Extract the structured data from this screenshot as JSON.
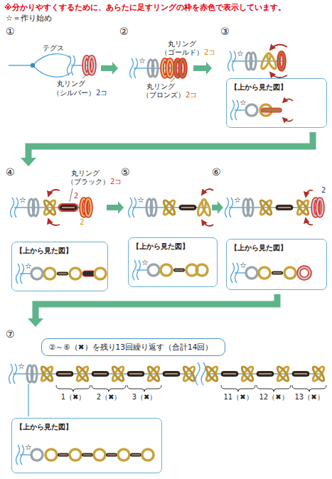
{
  "diagram": {
    "nodes": [
      {
        "text": [
          "【上から見た図】"
        ]
      },
      {
        "text": [
          "【上から見た図】"
        ]
      },
      {
        "text": [
          "【上から見た図】"
        ]
      },
      {
        "text": [
          "【上から見た図】"
        ]
      },
      {
        "text": [
          "②～⑥（✖）を残り13回繰り返す（合計14回）"
        ]
      },
      {
        "text": [
          "【上から見た図】"
        ]
      }
    ],
    "labels": [
      "※分かりやすくするために、あらたに足すリングの枠を赤色で表示しています。",
      "☆＝作り始め",
      "①",
      "テグス",
      "丸リング",
      "（シルバー）",
      "2コ",
      "②",
      "丸リング",
      "（ゴールド）",
      "2コ",
      "丸リング",
      "（ブロンズ）",
      "2コ",
      "③",
      "④",
      "丸リング",
      "（ブラック）",
      "2コ",
      "2",
      "2",
      "⑤",
      "⑥",
      "2",
      "⑦",
      "1（✖）",
      "2（✖）",
      "3（✖）",
      "11（✖）",
      "12（✖）",
      "13（✖）",
      "☆",
      "☆",
      "☆",
      "☆",
      "☆",
      "☆",
      "☆",
      "☆",
      "☆",
      "☆",
      "☆"
    ]
  }
}
